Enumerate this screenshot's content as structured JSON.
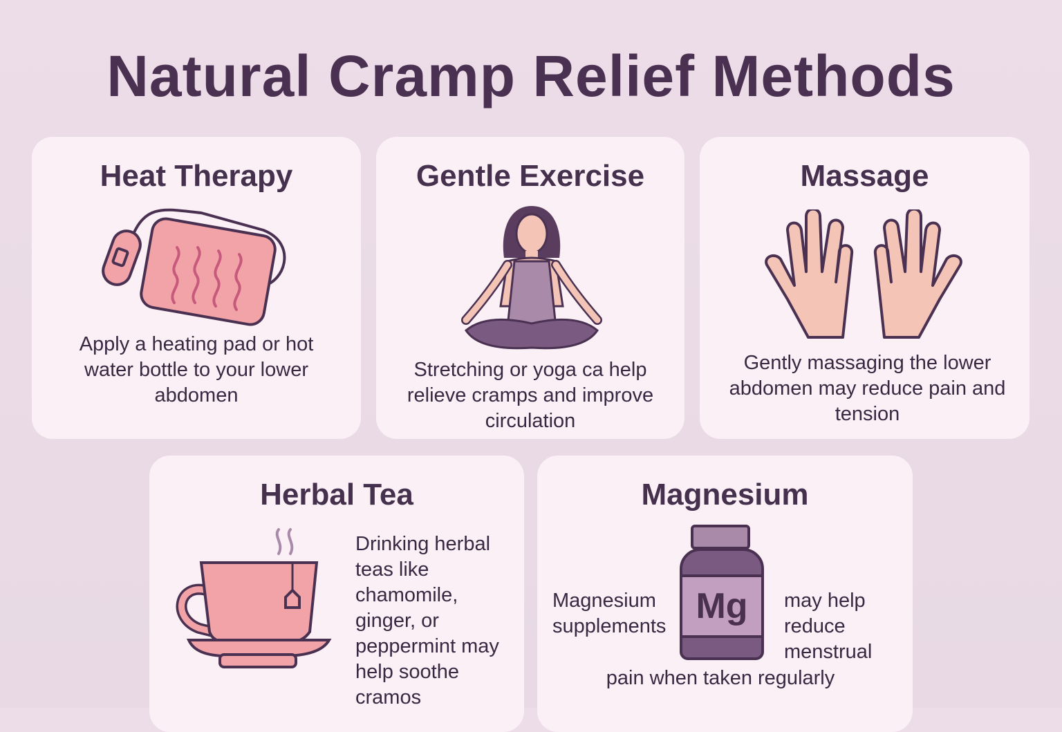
{
  "title": "Natural Cramp Relief Methods",
  "colors": {
    "background": "#ecdde8",
    "card": "#faf0f5",
    "text": "#45304d",
    "pink": "#f2a3a8",
    "purple": "#a98aa8"
  },
  "cards": [
    {
      "title": "Heat Therapy",
      "icon": "heating-pad-icon",
      "text": "Apply a heating pad or hot water bottle to your lower abdomen"
    },
    {
      "title": "Gentle Exercise",
      "icon": "yoga-woman-icon",
      "text": "Stretching or yoga ca help relieve cramps and improve circulation"
    },
    {
      "title": "Massage",
      "icon": "hands-icon",
      "text": "Gently massaging the lower abdomen may reduce pain and tension"
    },
    {
      "title": "Herbal Tea",
      "icon": "teacup-icon",
      "text": "Drinking herbal teas like chamomile, ginger, or peppermint may help soothe cramos"
    },
    {
      "title": "Magnesium",
      "icon": "supplement-bottle-icon",
      "text_left": "Magnesium supplements",
      "text_right": "may help reduce menstrual",
      "text_bottom": "pain when taken regularly",
      "bottle_label": "Mg"
    }
  ]
}
